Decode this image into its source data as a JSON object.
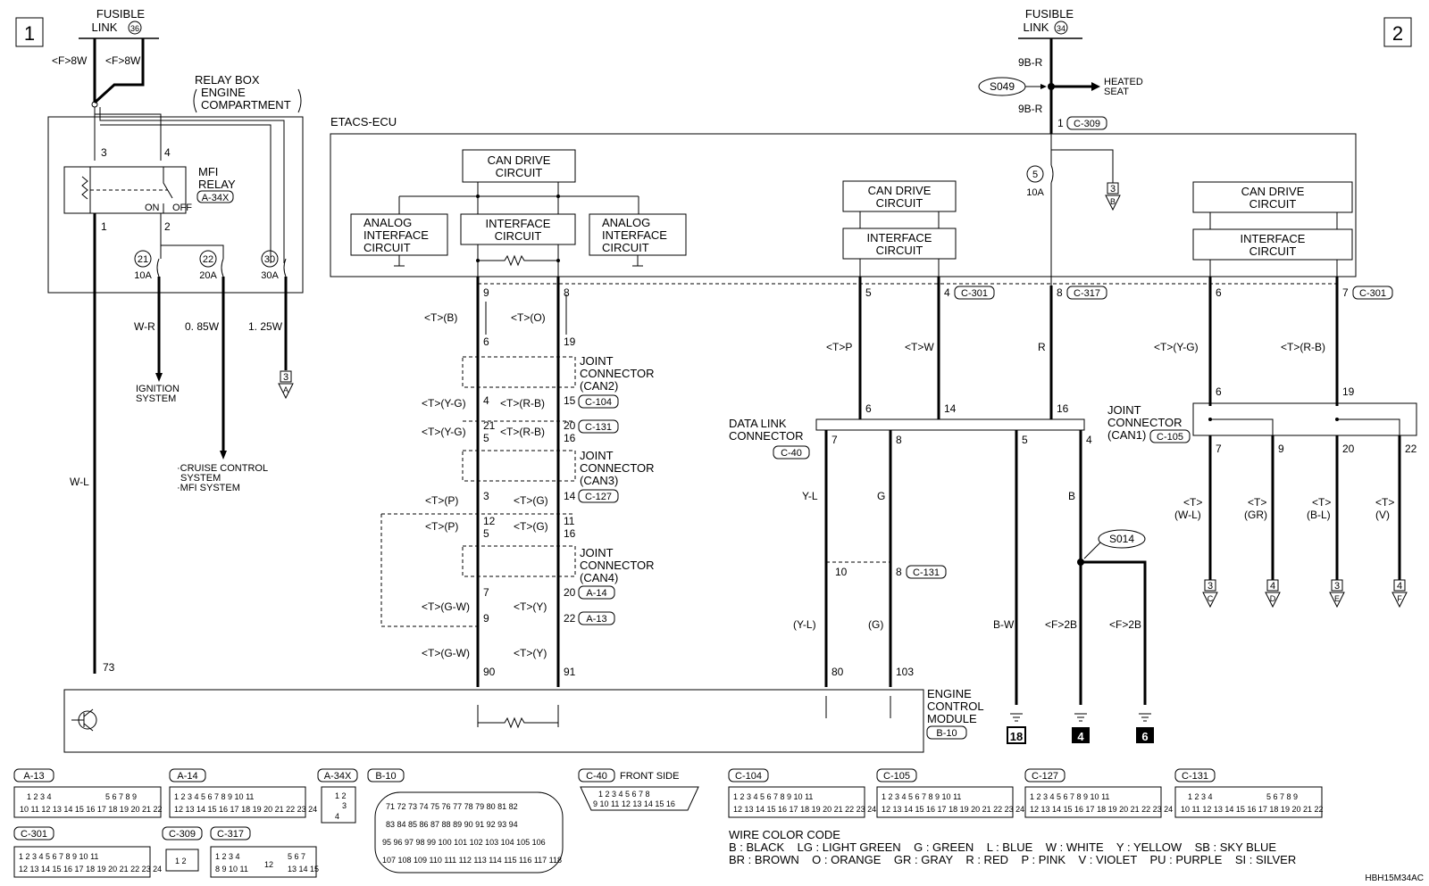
{
  "page_markers": [
    "1",
    "2"
  ],
  "fusible_links": [
    {
      "label": "FUSIBLE",
      "label2": "LINK",
      "num": "36"
    },
    {
      "label": "FUSIBLE",
      "label2": "LINK",
      "num": "34"
    }
  ],
  "relay_box": {
    "l1": "RELAY BOX",
    "l2": "ENGINE",
    "l3": "COMPARTMENT"
  },
  "mfi_relay": {
    "l1": "MFI",
    "l2": "RELAY",
    "conn": "A-34X",
    "on": "ON",
    "off": "OFF"
  },
  "fuses_left": [
    {
      "num": "21",
      "amp": "10A"
    },
    {
      "num": "22",
      "amp": "20A"
    },
    {
      "num": "30",
      "amp": "30A"
    }
  ],
  "fuse_right": {
    "num": "5",
    "amp": "10A"
  },
  "etacs": "ETACS-ECU",
  "circuits": {
    "can_drive": "CAN DRIVE",
    "circuit": "CIRCUIT",
    "interface": "INTERFACE",
    "analog": "ANALOG"
  },
  "joint_connectors": {
    "joint": "JOINT",
    "connector": "CONNECTOR",
    "can2": "(CAN2)",
    "can3": "(CAN3)",
    "can4": "(CAN4)",
    "can1": "(CAN1)"
  },
  "data_link": {
    "l1": "DATA LINK",
    "l2": "CONNECTOR",
    "conn": "C-40"
  },
  "ecm": {
    "l1": "ENGINE",
    "l2": "CONTROL",
    "l3": "MODULE",
    "conn": "B-10"
  },
  "splices": {
    "s049": "S049",
    "s014": "S014"
  },
  "heated_seat": {
    "l1": "HEATED",
    "l2": "SEAT"
  },
  "ignition": {
    "l1": "IGNITION",
    "l2": "SYSTEM"
  },
  "cruise": {
    "l1": "·CRUISE CONTROL",
    "l2": "SYSTEM",
    "l3": "·MFI SYSTEM"
  },
  "wire_labels": {
    "f8w": "<F>8W",
    "wr": "W-R",
    "w085": "0. 85W",
    "w125": "1. 25W",
    "wl": "W-L",
    "b9r": "9B-R",
    "tb": "<T>(B)",
    "to": "<T>(O)",
    "tyg": "<T>(Y-G)",
    "trb": "<T>(R-B)",
    "tp": "<T>(P)",
    "tg": "<T>(G)",
    "tgw": "<T>(G-W)",
    "ty": "<T>(Y)",
    "tpink": "<T>P",
    "tw": "<T>W",
    "r": "R",
    "yl": "Y-L",
    "g": "G",
    "b": "B",
    "yl2": "(Y-L)",
    "g2": "(G)",
    "bw": "B-W",
    "f2b": "<F>2B",
    "t": "<T>",
    "wl2": "(W-L)",
    "gr2": "(GR)",
    "bl2": "(B-L)",
    "v2": "(V)"
  },
  "pins": {
    "p3": "3",
    "p4": "4",
    "p1": "1",
    "p2": "2",
    "p73": "73",
    "p9": "9",
    "p8": "8",
    "p6": "6",
    "p19": "19",
    "p15": "15",
    "p21": "21",
    "p20": "20",
    "p5": "5",
    "p16": "16",
    "p14": "14",
    "p12": "12",
    "p11": "11",
    "p7": "7",
    "p22": "22",
    "p90": "90",
    "p91": "91",
    "p10": "10",
    "p80": "80",
    "p103": "103",
    "p13": "13"
  },
  "connector_refs": {
    "c309": "C-309",
    "c301": "C-301",
    "c317": "C-317",
    "c104": "C-104",
    "c131": "C-131",
    "c127": "C-127",
    "a14": "A-14",
    "a13": "A-13",
    "c105": "C-105"
  },
  "off_page": [
    {
      "page": "3",
      "letter": "A"
    },
    {
      "page": "3",
      "letter": "B"
    },
    {
      "page": "3",
      "letter": "C"
    },
    {
      "page": "4",
      "letter": "D"
    },
    {
      "page": "3",
      "letter": "E"
    },
    {
      "page": "4",
      "letter": "F"
    }
  ],
  "grounds": [
    "18",
    "4",
    "6"
  ],
  "connectors_bottom": {
    "a13": "A-13",
    "a14": "A-14",
    "a34x": "A-34X",
    "b10": "B-10",
    "c40": "C-40",
    "front_side": "FRONT SIDE",
    "c104": "C-104",
    "c105": "C-105",
    "c127": "C-127",
    "c131": "C-131",
    "c301": "C-301",
    "c309": "C-309",
    "c317": "C-317"
  },
  "color_code": {
    "title": "WIRE COLOR CODE",
    "line1": "B : BLACK    LG : LIGHT GREEN    G : GREEN    L : BLUE    W : WHITE    Y : YELLOW    SB : SKY BLUE",
    "line2": "BR : BROWN    O : ORANGE    GR : GRAY    R : RED    P : PINK    V : VIOLET    PU : PURPLE    SI : SILVER"
  },
  "doc_code": "HBH15M34AC"
}
